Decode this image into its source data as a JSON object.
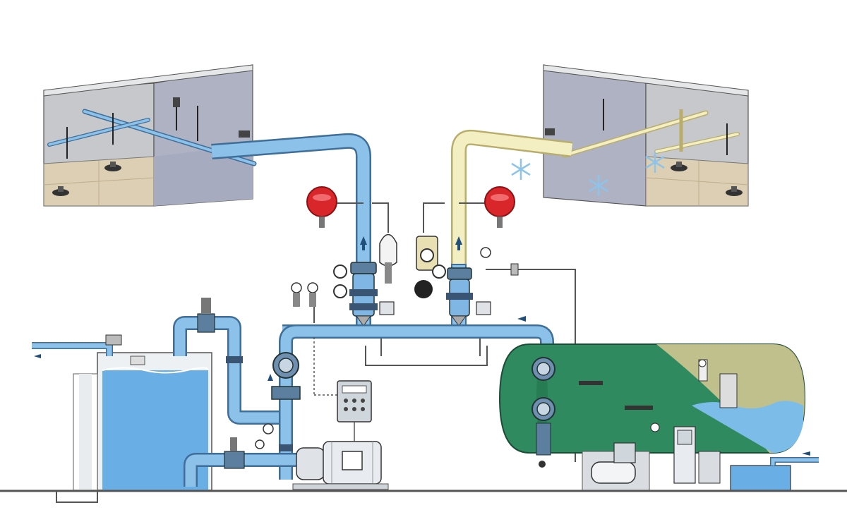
{
  "diagram": {
    "kind": "fire-sprinkler-system-illustration",
    "palette": {
      "water_pipe": "#7fb6e3",
      "water_pipe_dark": "#3f6f99",
      "air_pipe": "#f4efc3",
      "air_pipe_dark": "#b9ad6b",
      "tank_water": "#6aaee6",
      "pressure_tank": "#2f8a5f",
      "alarm_bell": "#d8262b",
      "ceiling": "#c7c9cc",
      "floor_tile": "#d9ccb1",
      "pump_body": "#dfe3e8"
    },
    "components": [
      {
        "id": "wet-area",
        "icon": "ceiling-sprinklers"
      },
      {
        "id": "dry-area",
        "icon": "ceiling-sprinklers-frost"
      },
      {
        "id": "water-tank",
        "icon": "storage-tank"
      },
      {
        "id": "fire-pump",
        "icon": "electric-pump"
      },
      {
        "id": "control-panel",
        "icon": "control-panel"
      },
      {
        "id": "pressure-tank",
        "icon": "horizontal-pressure-tank"
      },
      {
        "id": "alarm-bell-left",
        "icon": "alarm-bell"
      },
      {
        "id": "alarm-bell-right",
        "icon": "alarm-bell"
      },
      {
        "id": "wet-alarm-valve",
        "icon": "alarm-valve"
      },
      {
        "id": "dry-pipe-valve",
        "icon": "dry-valve"
      },
      {
        "id": "air-compressor",
        "icon": "compressor"
      },
      {
        "id": "jockey-pump",
        "icon": "booster-pump"
      }
    ]
  }
}
